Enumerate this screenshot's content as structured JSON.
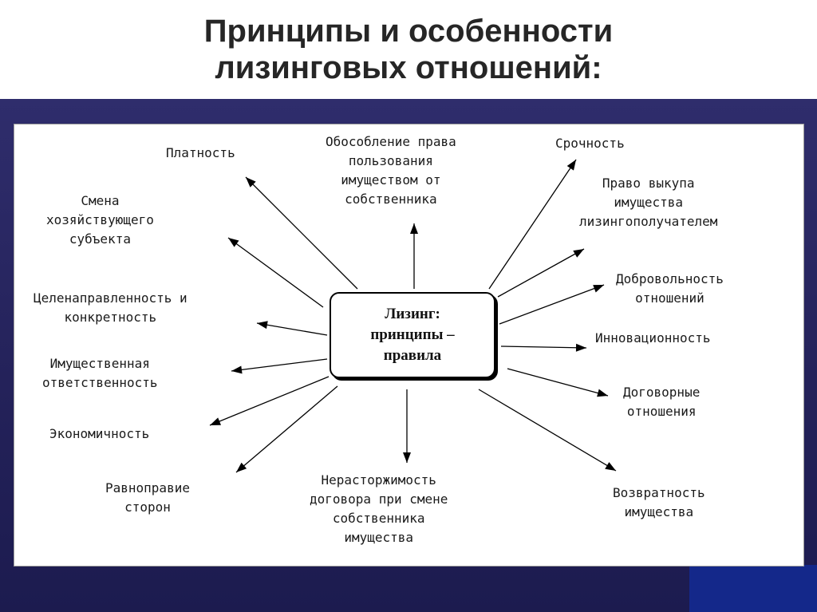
{
  "title": {
    "lines": [
      "Принципы и особенности",
      "лизинговых отношений:"
    ]
  },
  "center": {
    "lines": [
      "Лизинг:",
      "принципы –",
      "правила"
    ]
  },
  "nodes": [
    {
      "id": "platnost",
      "lines": [
        "Платность"
      ]
    },
    {
      "id": "obosoblenie",
      "lines": [
        "Обособление права",
        "пользования",
        "имуществом от",
        "собственника"
      ]
    },
    {
      "id": "srochnost",
      "lines": [
        "Срочность"
      ]
    },
    {
      "id": "smena",
      "lines": [
        "Смена",
        "хозяйствующего",
        "субъекта"
      ]
    },
    {
      "id": "pravo-vykupa",
      "lines": [
        "Право выкупа",
        "имущества",
        "лизингополучателем"
      ]
    },
    {
      "id": "dobrovolnost",
      "lines": [
        "Добровольность",
        "отношений"
      ]
    },
    {
      "id": "celenapravlennost",
      "lines": [
        "Целенаправленность и",
        "конкретность"
      ]
    },
    {
      "id": "innovacionnost",
      "lines": [
        "Инновационность"
      ]
    },
    {
      "id": "imushchestvennaya",
      "lines": [
        "Имущественная",
        "ответственность"
      ]
    },
    {
      "id": "dogovornye",
      "lines": [
        "Договорные",
        "отношения"
      ]
    },
    {
      "id": "ekonomichnost",
      "lines": [
        "Экономичность"
      ]
    },
    {
      "id": "ravnopravie",
      "lines": [
        "Равноправие",
        "сторон"
      ]
    },
    {
      "id": "nerastorzhimost",
      "lines": [
        "Нерасторжимость",
        "договора при смене",
        "собственника",
        "имущества"
      ]
    },
    {
      "id": "vozvratnost",
      "lines": [
        "Возвратность",
        "имущества"
      ]
    }
  ]
}
